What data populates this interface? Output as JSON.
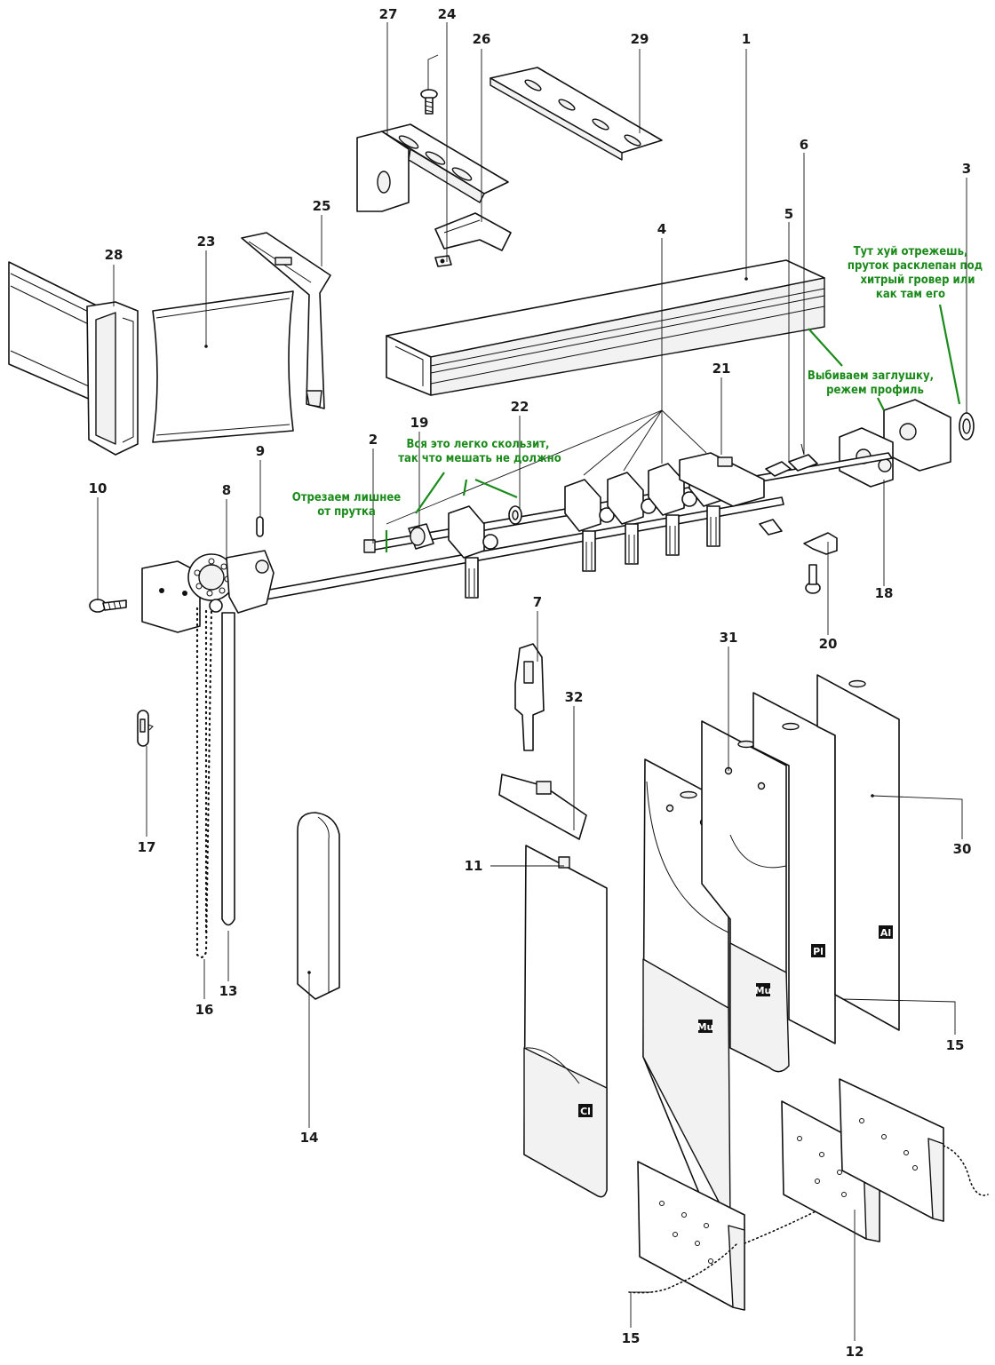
{
  "callouts": {
    "n1": "1",
    "n2": "2",
    "n3": "3",
    "n4": "4",
    "n5": "5",
    "n6": "6",
    "n7": "7",
    "n8": "8",
    "n9": "9",
    "n10": "10",
    "n11": "11",
    "n12": "12",
    "n13": "13",
    "n14": "14",
    "n15a": "15",
    "n15b": "15",
    "n16": "16",
    "n17": "17",
    "n18": "18",
    "n19": "19",
    "n20": "20",
    "n21": "21",
    "n22": "22",
    "n23": "23",
    "n24": "24",
    "n25": "25",
    "n26": "26",
    "n27": "27",
    "n28": "28",
    "n29": "29",
    "n30": "30",
    "n31": "31",
    "n32": "32"
  },
  "material_labels": {
    "cl": "Cl",
    "mu1": "Mu",
    "mu2": "Mu",
    "pl": "Pl",
    "al": "Al"
  },
  "notes": {
    "top_right": [
      "Тут хуй отрежешь,",
      "пруток расклепан под",
      "хитрый гровер или",
      "как там его"
    ],
    "cap": [
      "Выбиваем заглушку,",
      "режем профиль"
    ],
    "slide": [
      "Вся это легко скользит,",
      "так что мешать не должно"
    ],
    "rod": [
      "Отрезаем лишнее",
      "от прутка"
    ]
  },
  "colors": {
    "annotation": "#1a8a1a",
    "ink": "#111111"
  }
}
